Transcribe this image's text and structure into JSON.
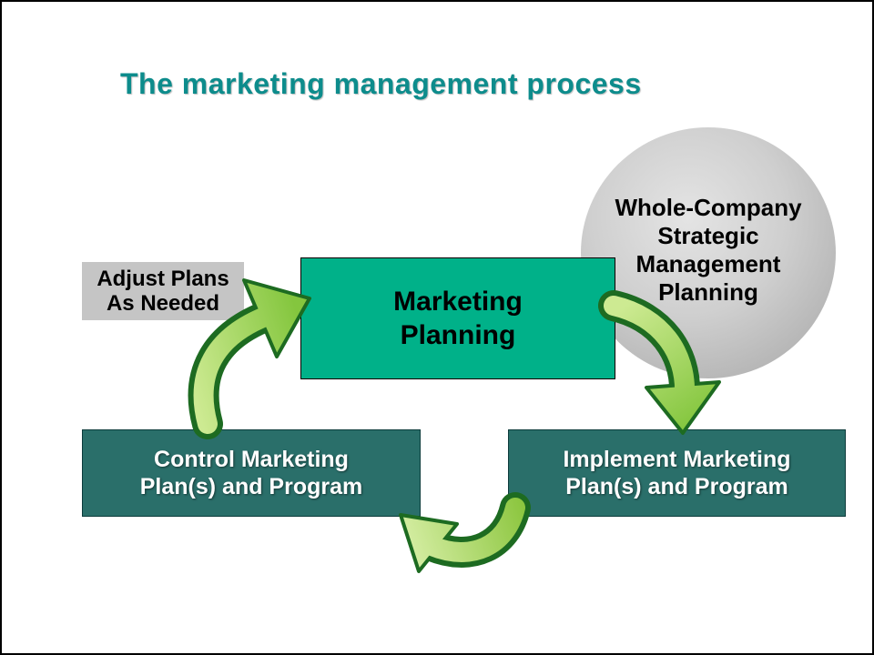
{
  "slide": {
    "title": "The marketing management process"
  },
  "circle": {
    "lines": [
      "Whole-Company",
      "Strategic",
      "Management",
      "Planning"
    ]
  },
  "boxes": {
    "adjust": {
      "lines": [
        "Adjust Plans",
        "As Needed"
      ]
    },
    "planning": {
      "lines": [
        "Marketing",
        "Planning"
      ]
    },
    "control": {
      "lines": [
        "Control Marketing",
        "Plan(s) and Program"
      ]
    },
    "implement": {
      "lines": [
        "Implement Marketing",
        "Plan(s) and Program"
      ]
    }
  },
  "colors": {
    "title_text": "#0d8c8c",
    "planning_fill": "#00b189",
    "dark_teal_fill": "#2a6f6a",
    "adjust_fill": "#c5c5c5",
    "circle_fill": "#c9c9c9",
    "arrow_fill": "#9bd14f",
    "arrow_outline": "#1d6b21"
  }
}
